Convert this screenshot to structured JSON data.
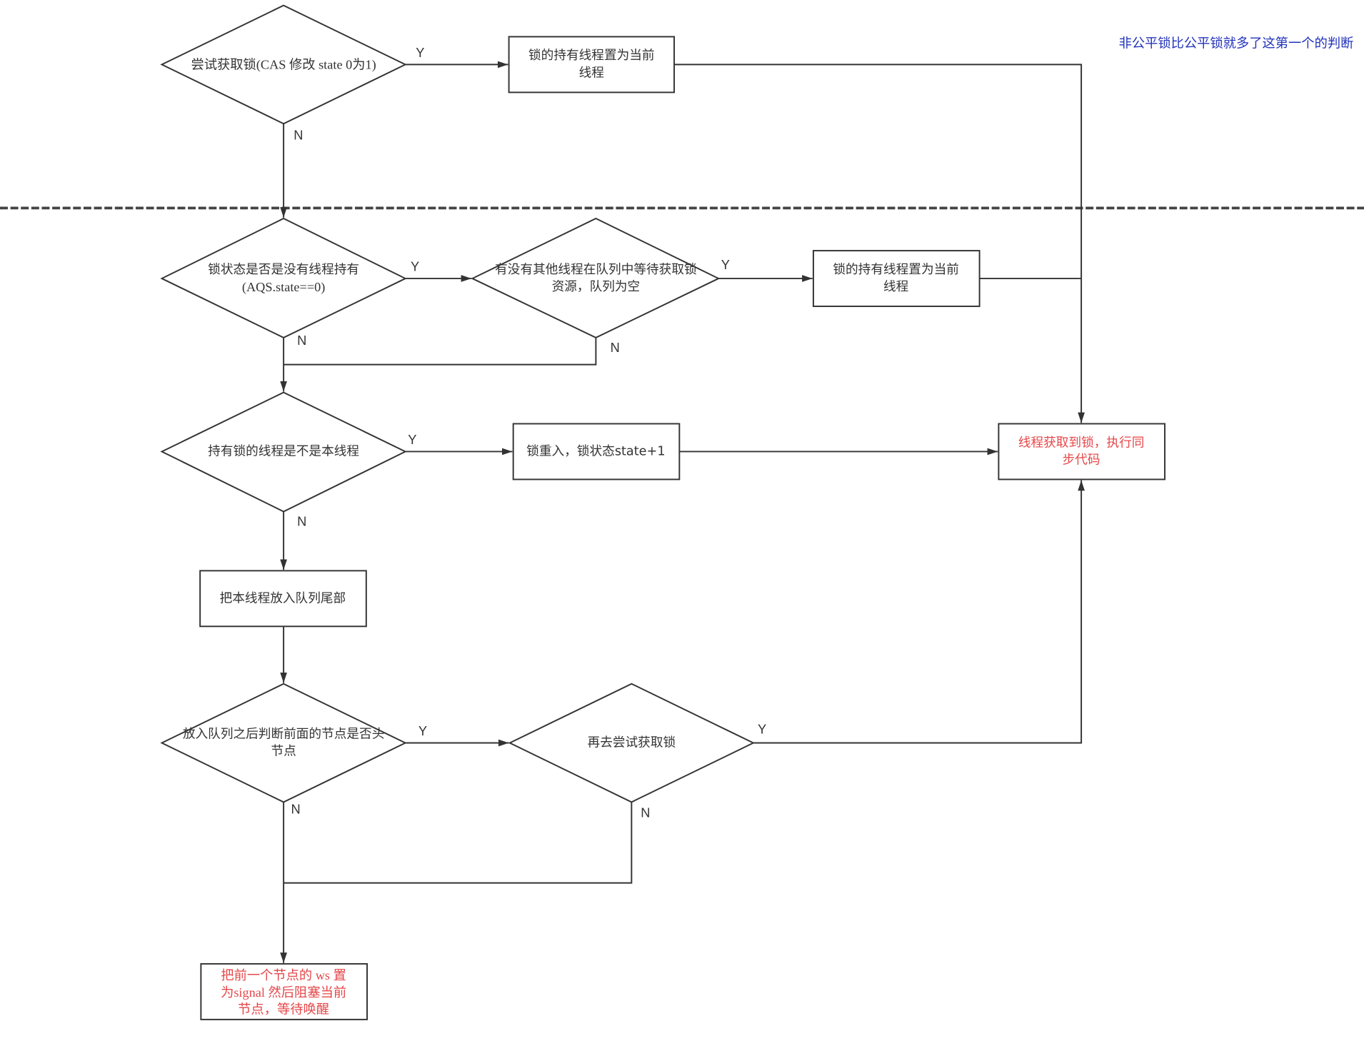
{
  "note": "非公平锁比公平锁就多了这第一个的判断",
  "edge_labels": {
    "yes": "Y",
    "no": "N"
  },
  "nodes": {
    "try_cas": {
      "lines": [
        "尝试获取锁(CAS 修改 state 0为1)"
      ]
    },
    "set_owner_1": {
      "lines": [
        "锁的持有线程置为当前",
        "线程"
      ]
    },
    "state_free": {
      "lines": [
        "锁状态是否是没有线程持有",
        "(AQS.state==0)"
      ]
    },
    "queue_empty": {
      "lines": [
        "有没有其他线程在队列中等待获取锁",
        "资源，队列为空"
      ]
    },
    "set_owner_2": {
      "lines": [
        "锁的持有线程置为当前",
        "线程"
      ]
    },
    "is_owner": {
      "lines": [
        "持有锁的线程是不是本线程"
      ]
    },
    "reentrant": {
      "lines": [
        "锁重入，锁状态state+1"
      ]
    },
    "acquired": {
      "lines": [
        "线程获取到锁，执行同",
        "步代码"
      ]
    },
    "enqueue": {
      "lines": [
        "把本线程放入队列尾部"
      ]
    },
    "pred_is_head": {
      "lines": [
        "放入队列之后判断前面的节点是否头",
        "节点"
      ]
    },
    "retry": {
      "lines": [
        "再去尝试获取锁"
      ]
    },
    "park": {
      "lines": [
        "把前一个节点的 ws 置",
        "为signal 然后阻塞当前",
        "节点，等待唤醒"
      ]
    }
  },
  "colors": {
    "line": "#333333",
    "text": "#333333",
    "highlight": "#e5474a",
    "note": "#2233bb"
  }
}
